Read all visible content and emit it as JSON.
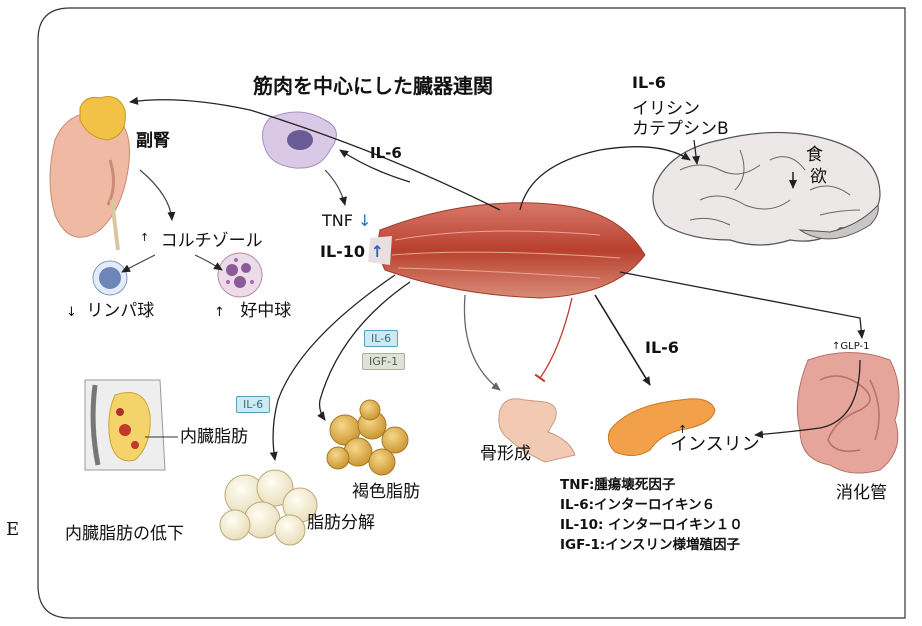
{
  "title": "筋肉を中心にした臓器連関",
  "side_letter": "E",
  "labels": {
    "adrenal": "副腎",
    "cortisol_arrow": "↑",
    "cortisol": "コルチゾール",
    "lymph_arrow": "↓",
    "lymph": "リンパ球",
    "neut_arrow": "↑",
    "neut": "好中球",
    "macrophage_il6": "IL-6",
    "tnf": "TNF",
    "tnf_arrow": "↓",
    "il10": "IL-10",
    "il10_arrow": "↑",
    "brain_il6": "IL-6",
    "brain_irisin": "イリシン",
    "brain_cathepsin": "カテプシンB",
    "appetite_1": "食",
    "appetite_2": "欲",
    "appetite_arrow": "↓",
    "pancreas_il6": "IL-6",
    "glp1": "↑GLP-1",
    "insulin_arrow": "↑",
    "insulin": "インスリン",
    "gut": "消化管",
    "bone": "骨形成",
    "brown_fat": "褐色脂肪",
    "tag_il6_a": "IL-6",
    "tag_igf1": "IGF-1",
    "tag_il6_b": "IL-6",
    "visceral_fat": "内臓脂肪",
    "visceral_fat_decrease": "内臓脂肪の低下",
    "lipolysis": "脂肪分解"
  },
  "legend": [
    "TNF:腫瘍壊死因子",
    "IL-6:インターロイキン６",
    "IL-10: インターロイキン１０",
    "IGF-1:インスリン様増殖因子"
  ],
  "colors": {
    "muscle": "#c4533f",
    "muscle_light": "#e89a84",
    "adrenal": "#f2c247",
    "kidney": "#f0b9a3",
    "brain": "#e8e4e4",
    "pancreas": "#f2a04a",
    "gut": "#e6a59a",
    "brown_fat": "#e0b350",
    "bone": "#f2c9b3",
    "inhibit_line": "#c0392b",
    "arrow_blue": "#1f6fc6"
  }
}
